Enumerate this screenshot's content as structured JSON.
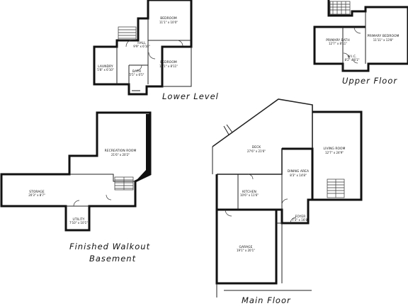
{
  "floors": {
    "lower_level": {
      "label": "Lower Level",
      "rooms": [
        {
          "name": "BEDROOM",
          "dims": "11'1\" x 10'0\""
        },
        {
          "name": "HALL",
          "dims": "9'9\" x 6'10\""
        },
        {
          "name": "BEDROOM",
          "dims": "11'1\" x 8'11\""
        },
        {
          "name": "LAUNDRY",
          "dims": "5'8\" x 6'10\""
        },
        {
          "name": "BATH",
          "dims": "5'5\" x 6'5\""
        }
      ]
    },
    "upper_floor": {
      "label": "Upper Floor",
      "rooms": [
        {
          "name": "PRIMARY BATH",
          "dims": "12'7\" x 8'11\""
        },
        {
          "name": "PRIMARY BEDROOM",
          "dims": "11'11\" x 13'8\""
        },
        {
          "name": "W.I.C.",
          "dims": "8'2\" x 6'1\""
        }
      ]
    },
    "basement": {
      "label_line1": "Finished Walkout",
      "label_line2": "Basement",
      "rooms": [
        {
          "name": "RECREATION ROOM",
          "dims": "21'6\" x 20'2\""
        },
        {
          "name": "STORAGE",
          "dims": "20'3\" x 8'7\""
        },
        {
          "name": "UTILITY",
          "dims": "7'10\" x 10'1\""
        }
      ]
    },
    "main_floor": {
      "label": "Main Floor",
      "rooms": [
        {
          "name": "DECK",
          "dims": "27'6\" x 21'6\""
        },
        {
          "name": "LIVING ROOM",
          "dims": "12'7\" x 24'9\""
        },
        {
          "name": "DINING AREA",
          "dims": "8'3\" x 14'8\""
        },
        {
          "name": "KITCHEN",
          "dims": "10'6\" x 11'6\""
        },
        {
          "name": "FOYER",
          "dims": "7'3\" x 16'8\""
        },
        {
          "name": "GARAGE",
          "dims": "19'1\" x 20'1\""
        }
      ]
    }
  }
}
